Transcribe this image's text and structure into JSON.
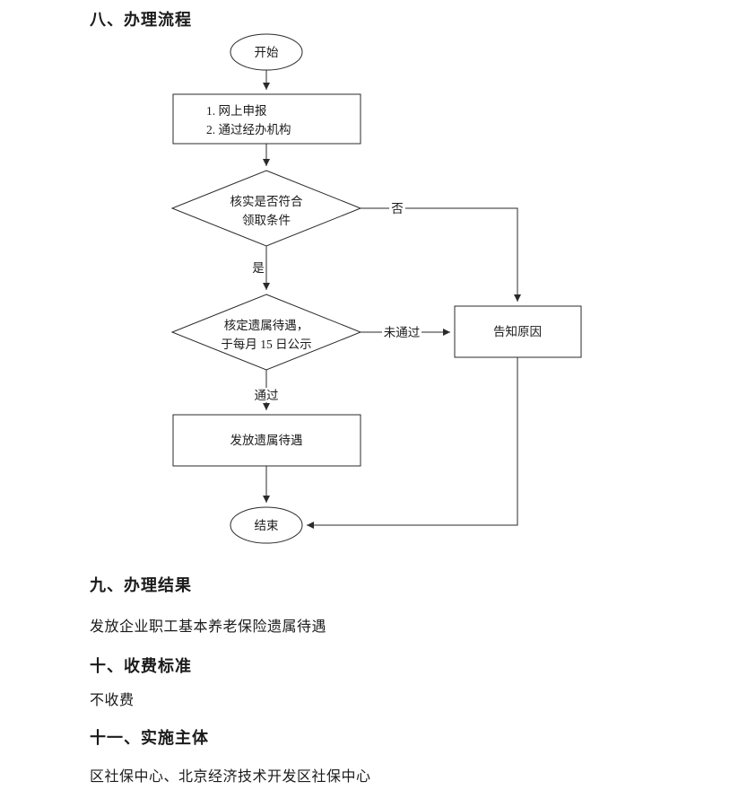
{
  "document": {
    "headings": {
      "flow": "八、办理流程",
      "result": "九、办理结果",
      "fee": "十、收费标准",
      "implementer": "十一、实施主体"
    },
    "body": {
      "result": "发放企业职工基本养老保险遗属待遇",
      "fee": "不收费",
      "implementer": "区社保中心、北京经济技术开发区社保中心"
    }
  },
  "flowchart": {
    "start_label": "开始",
    "apply_line1": "1. 网上申报",
    "apply_line2": "2. 通过经办机构",
    "verify_line1": "核实是否符合",
    "verify_line2": "领取条件",
    "verify_yes": "是",
    "verify_no": "否",
    "assess_line1": "核定遗属待遇，",
    "assess_line2": "于每月 15 日公示",
    "assess_pass": "通过",
    "assess_fail": "未通过",
    "notify_label": "告知原因",
    "issue_label": "发放遗属待遇",
    "end_label": "结束"
  },
  "colors": {
    "background": "#ffffff",
    "stroke": "#2a2a2a",
    "text": "#1b1b1b"
  }
}
